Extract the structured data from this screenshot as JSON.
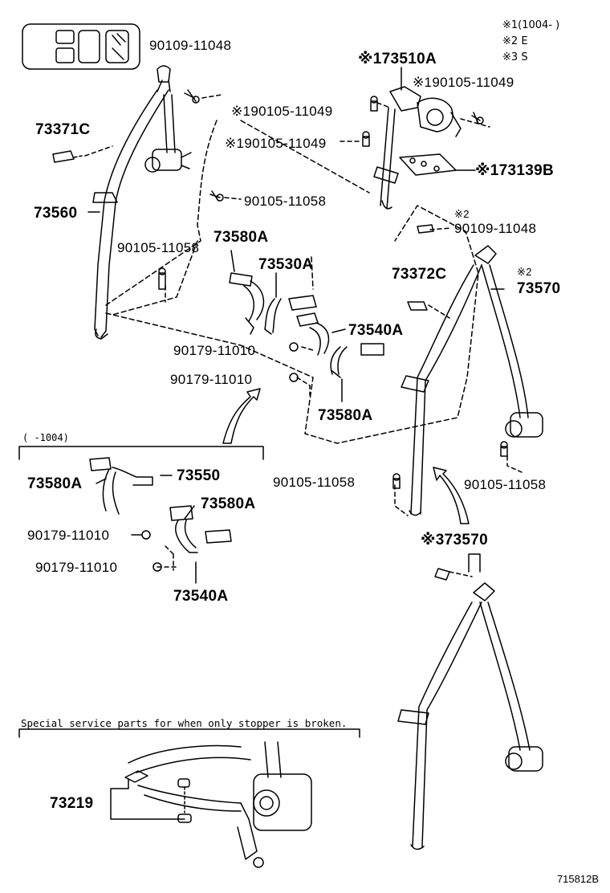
{
  "legend": [
    {
      "mark": "※1",
      "text": "(1004-      )"
    },
    {
      "mark": "※2",
      "text": "E"
    },
    {
      "mark": "※3",
      "text": "S"
    }
  ],
  "labels": {
    "l_90109_11048_top": "90109-11048",
    "l_73510A": "73510A",
    "l_73510A_mark": "※1",
    "l_90105_11049_r": "90105-11049",
    "l_90105_11049_r_mark": "※1",
    "l_90105_11049_m1": "90105-11049",
    "l_90105_11049_m1_mark": "※1",
    "l_90105_11049_m2": "90105-11049",
    "l_90105_11049_m2_mark": "※1",
    "l_73371C": "73371C",
    "l_73139B": "73139B",
    "l_73139B_mark": "※1",
    "l_73560": "73560",
    "l_90105_11058_a": "90105-11058",
    "l_90109_11048_r": "90109-11048",
    "l_90109_11048_r_mark": "※2",
    "l_73580A_top": "73580A",
    "l_90105_11058_b": "90105-11058",
    "l_73530A": "73530A",
    "l_73372C": "73372C",
    "l_73570_top": "73570",
    "l_73570_top_mark": "※2",
    "l_73540A_top": "73540A",
    "l_90179_11010_a": "90179-11010",
    "l_90179_11010_b": "90179-11010",
    "l_73580A_mid": "73580A",
    "l_date_range": "(     -1004)",
    "l_73580A_left": "73580A",
    "l_73550": "73550",
    "l_73580A_right": "73580A",
    "l_90105_11058_c": "90105-11058",
    "l_90105_11058_d": "90105-11058",
    "l_90179_11010_c": "90179-11010",
    "l_90179_11010_d": "90179-11010",
    "l_73540A_bot": "73540A",
    "l_73570_bot": "73570",
    "l_73570_bot_mark": "※3",
    "l_special_note": "Special service parts for when only stopper is broken.",
    "l_73219": "73219",
    "l_fig_no": "715812B"
  }
}
